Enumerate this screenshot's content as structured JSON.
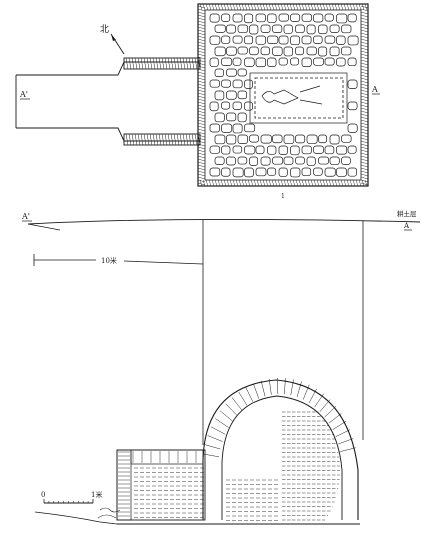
{
  "plan": {
    "north_label": "北",
    "section_left": "A'",
    "section_right": "A",
    "figure_number": "1"
  },
  "section": {
    "section_left": "A'",
    "section_right": "A",
    "soil_layer": "耕土层",
    "depth_label": "10米"
  },
  "scale": {
    "zero": "0",
    "one_meter": "1米"
  },
  "colors": {
    "ink": "#1a1a1a",
    "paper": "#ffffff",
    "hatch": "#444444"
  }
}
